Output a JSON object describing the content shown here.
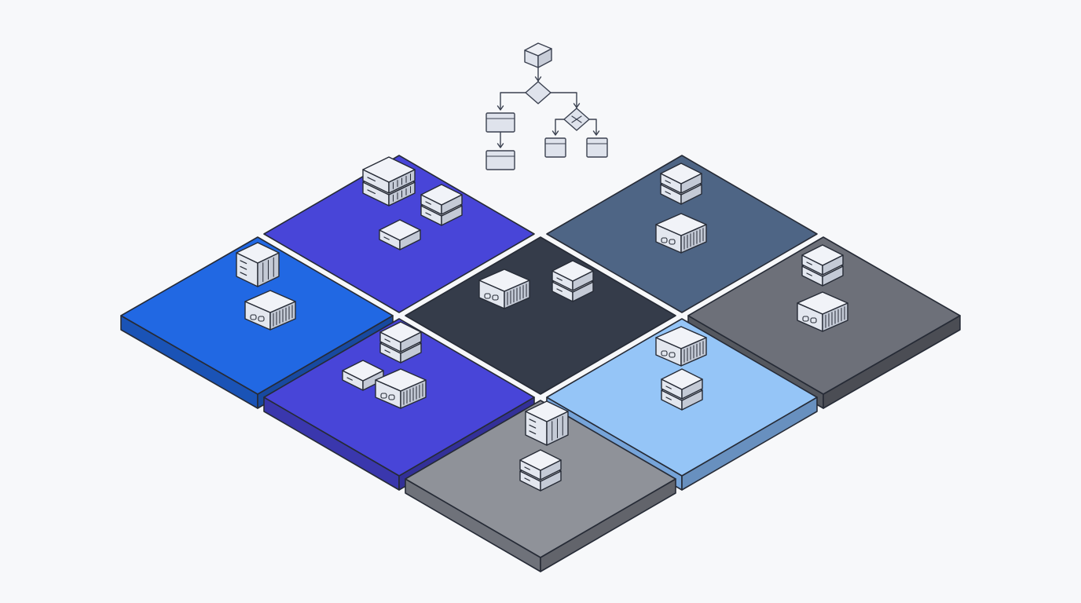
{
  "palette": {
    "background": "#f7f8fa",
    "outline": "#262b36",
    "device_face": "#e3e7ef",
    "device_top": "#f1f3f8",
    "device_side": "#c4cad6",
    "flowchart_fill": "#dfe3ec",
    "flowchart_stroke": "#3b4150"
  },
  "flowchart": {
    "nodes": [
      {
        "id": "start",
        "shape": "cube"
      },
      {
        "id": "decision-1",
        "shape": "diamond"
      },
      {
        "id": "process-left-1",
        "shape": "box"
      },
      {
        "id": "process-left-2",
        "shape": "box"
      },
      {
        "id": "decision-2",
        "shape": "diamond",
        "icon": "shuffle-icon"
      },
      {
        "id": "process-right-1",
        "shape": "box"
      },
      {
        "id": "process-right-2",
        "shape": "box"
      }
    ],
    "edges": [
      [
        "start",
        "decision-1"
      ],
      [
        "decision-1",
        "process-left-1"
      ],
      [
        "decision-1",
        "decision-2"
      ],
      [
        "process-left-1",
        "process-left-2"
      ],
      [
        "decision-2",
        "process-right-1"
      ],
      [
        "decision-2",
        "process-right-2"
      ]
    ]
  },
  "zones": [
    {
      "id": "zone-top-left",
      "color": "#4845d8",
      "side_color": "#3a37ad",
      "devices": [
        "server-rack-double",
        "server-stack",
        "server-small"
      ]
    },
    {
      "id": "zone-top-right",
      "color": "#4e6585",
      "side_color": "#3e526c",
      "devices": [
        "server-stack",
        "router"
      ]
    },
    {
      "id": "zone-far-left",
      "color": "#2168e3",
      "side_color": "#1a53b6",
      "devices": [
        "server-cube",
        "router"
      ]
    },
    {
      "id": "zone-center",
      "color": "#353c4a",
      "side_color": "#2a303b",
      "devices": [
        "router",
        "server-stack"
      ]
    },
    {
      "id": "zone-far-right",
      "color": "#6d7079",
      "side_color": "#55585f",
      "devices": [
        "server-stack",
        "router"
      ]
    },
    {
      "id": "zone-lower-left",
      "color": "#4845d8",
      "side_color": "#3a37ad",
      "devices": [
        "server-stack",
        "server-small",
        "router"
      ]
    },
    {
      "id": "zone-lower-right",
      "color": "#95c5f7",
      "side_color": "#76a4d9",
      "devices": [
        "router",
        "server-stack"
      ]
    },
    {
      "id": "zone-bottom",
      "color": "#8f9299",
      "side_color": "#6f727a",
      "devices": [
        "server-cube",
        "server-stack"
      ]
    }
  ]
}
